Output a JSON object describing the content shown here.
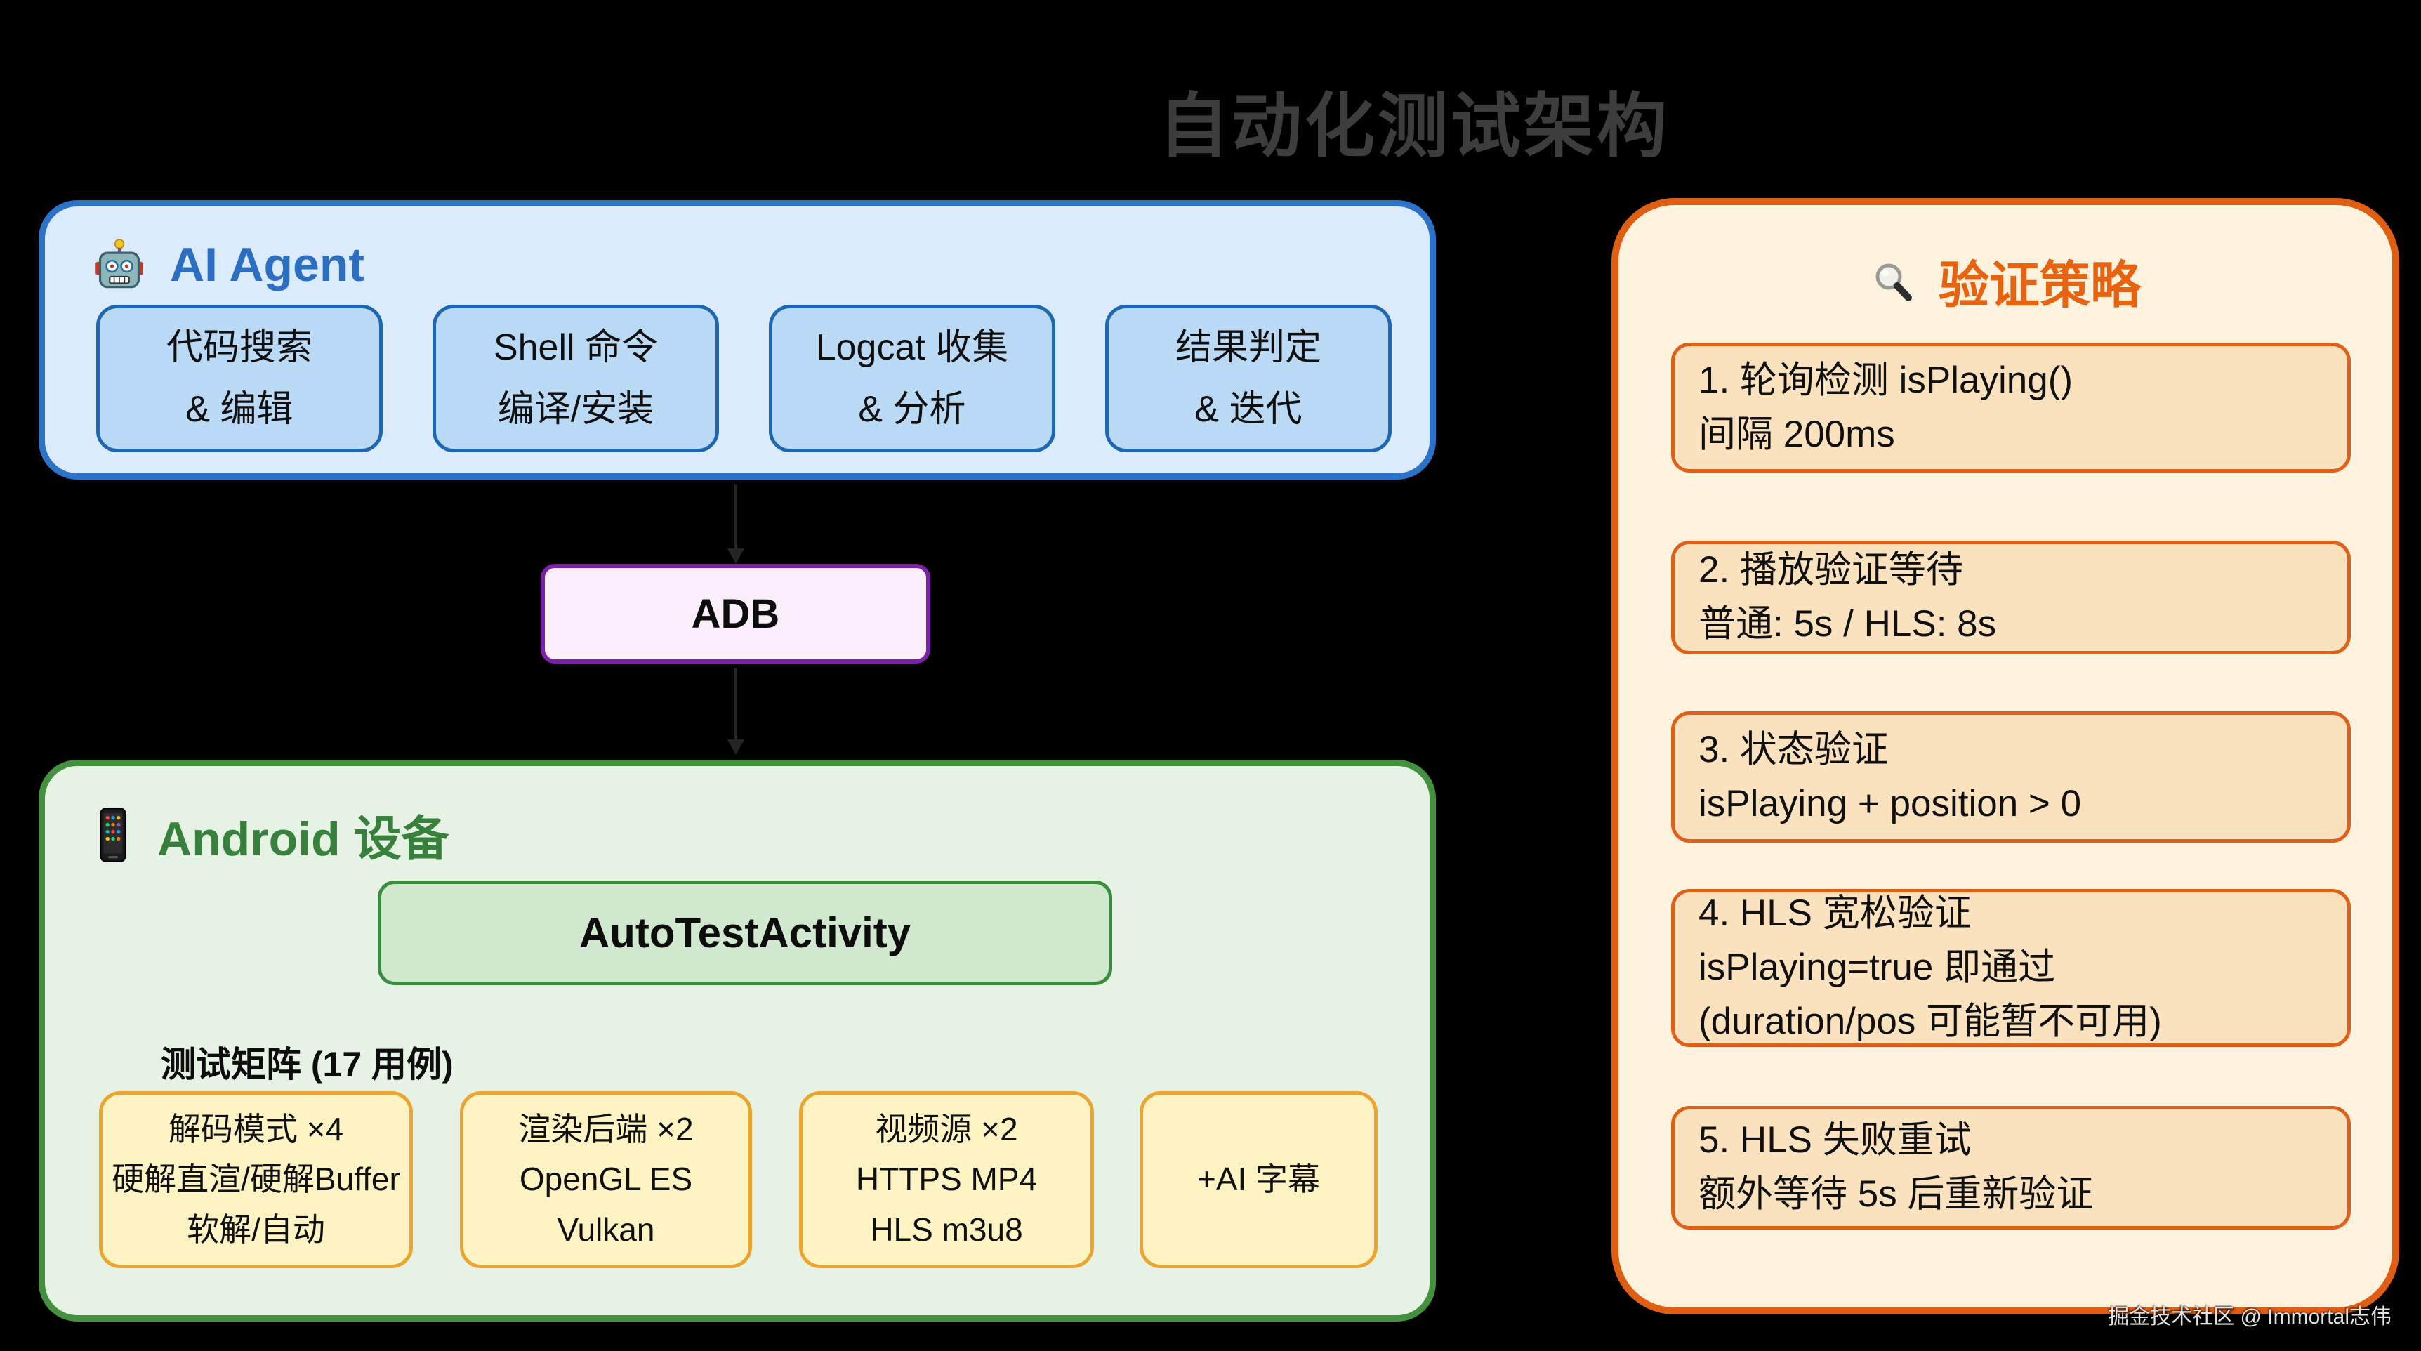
{
  "title": "自动化测试架构",
  "panels": {
    "ai_agent": {
      "icon": "robot-icon",
      "title": "AI Agent",
      "boxes": [
        {
          "line1": "代码搜索",
          "line2": "& 编辑"
        },
        {
          "line1": "Shell 命令",
          "line2": "编译/安装"
        },
        {
          "line1": "Logcat 收集",
          "line2": "& 分析"
        },
        {
          "line1": "结果判定",
          "line2": "& 迭代"
        }
      ]
    },
    "adb": {
      "label": "ADB"
    },
    "android": {
      "icon": "phone-icon",
      "title": "Android 设备",
      "activity_label": "AutoTestActivity",
      "matrix_label": "测试矩阵 (17 用例)",
      "boxes": [
        {
          "line1": "解码模式 ×4",
          "line2": "硬解直渲/硬解Buffer",
          "line3": "软解/自动"
        },
        {
          "line1": "渲染后端 ×2",
          "line2": "OpenGL ES",
          "line3": "Vulkan"
        },
        {
          "line1": "视频源 ×2",
          "line2": "HTTPS MP4",
          "line3": "HLS m3u8"
        },
        {
          "line1": "+AI 字幕"
        }
      ]
    },
    "verify": {
      "icon": "magnifier-icon",
      "title": "验证策略",
      "boxes": [
        {
          "line1": "1. 轮询检测 isPlaying()",
          "line2": "间隔 200ms"
        },
        {
          "line1": "2. 播放验证等待",
          "line2": "普通: 5s / HLS: 8s"
        },
        {
          "line1": "3. 状态验证",
          "line2": "isPlaying + position > 0"
        },
        {
          "line1": "4. HLS 宽松验证",
          "line2": "isPlaying=true 即通过",
          "line3": "(duration/pos 可能暂不可用)"
        },
        {
          "line1": "5. HLS 失败重试",
          "line2": "额外等待 5s 后重新验证"
        }
      ]
    }
  },
  "watermark": "掘金技术社区 @ Immortal志伟",
  "colors": {
    "background": "#000000",
    "title_text": "#3d3d3d",
    "ai_panel_fill": "#dcebfb",
    "ai_panel_border": "#2b72c8",
    "ai_title_text": "#2a6fc2",
    "ai_box_fill": "#b9d9f4",
    "ai_box_border": "#1e67b3",
    "adb_fill": "#f9eef9",
    "adb_border": "#7b22a8",
    "android_panel_fill": "#e6f2e3",
    "android_panel_border": "#43913f",
    "android_title_text": "#38813c",
    "activity_fill": "#d0e8cd",
    "activity_border": "#3c8c3f",
    "matrix_box_fill": "#fdf3c3",
    "matrix_box_border": "#eca42e",
    "verify_panel_fill": "#fdf2de",
    "verify_panel_border": "#e05e12",
    "verify_title_text": "#e8630f",
    "verify_box_fill": "#fae2bf",
    "verify_box_border": "#e0601a"
  }
}
